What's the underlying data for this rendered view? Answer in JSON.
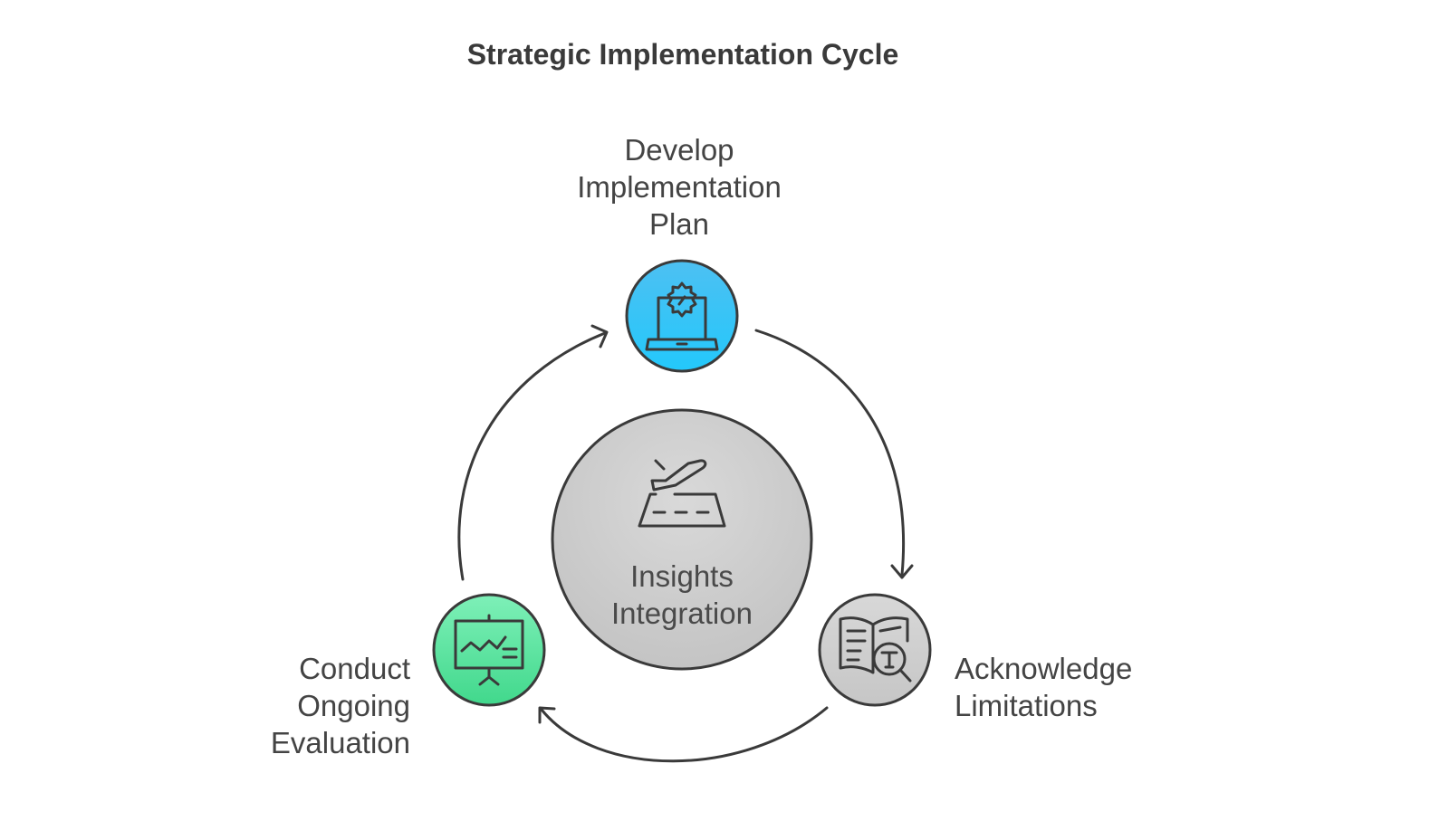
{
  "title": "Strategic Implementation Cycle",
  "center": {
    "lines": [
      "Insights",
      "Integration"
    ],
    "icon": "airplane-takeoff-icon",
    "color": "#c9c9c9"
  },
  "steps": [
    {
      "lines": [
        "Develop",
        "Implementation",
        "Plan"
      ],
      "icon": "laptop-gear-icon",
      "color": "#3cc5f5"
    },
    {
      "lines": [
        "Acknowledge",
        "Limitations"
      ],
      "icon": "book-search-icon",
      "color": "#cdcdcd"
    },
    {
      "lines": [
        "Conduct",
        "Ongoing",
        "Evaluation"
      ],
      "icon": "presentation-chart-icon",
      "color": "#5be3a0"
    }
  ]
}
